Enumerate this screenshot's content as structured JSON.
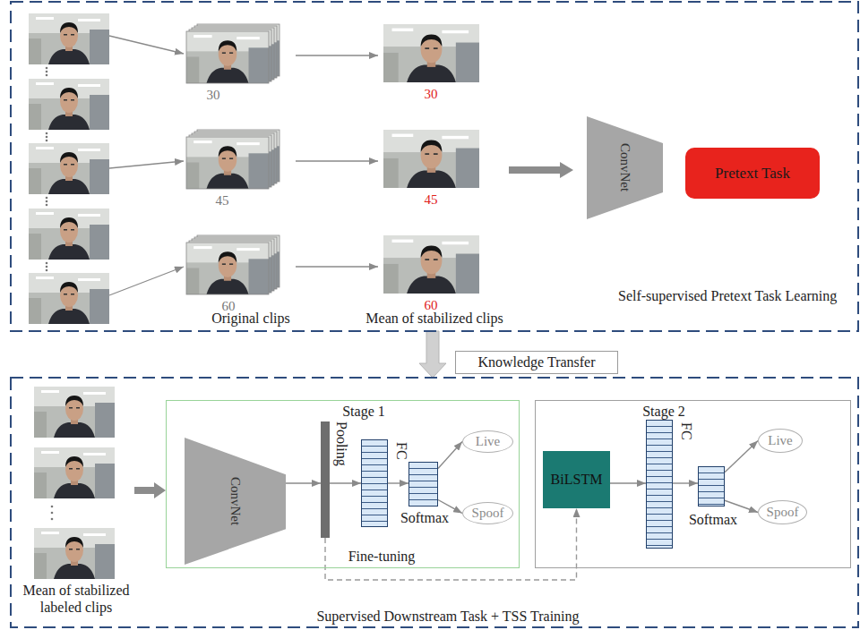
{
  "diagram": {
    "nodes": [
      {
        "text": [
          "Self-supervised Pretext Task Learning"
        ]
      },
      {
        "text": [
          "ConvNet"
        ],
        "in": 0
      },
      {
        "text": [
          "Pretext Task"
        ],
        "in": 0
      },
      {
        "text": [
          "Knowledge Transfer"
        ]
      },
      {
        "text": [
          "Supervised Downstream Task + TSS Training"
        ]
      },
      {
        "text": [
          "Stage 1",
          "Fine-tuning"
        ],
        "in": 4
      },
      {
        "text": [
          "ConvNet"
        ],
        "in": 5
      },
      {
        "text": [
          "Pooling"
        ],
        "in": 5
      },
      {
        "text": [
          "FC"
        ],
        "in": 5
      },
      {
        "text": [
          "Softmax"
        ],
        "in": 5
      },
      {
        "text": [
          "Live"
        ],
        "in": 5
      },
      {
        "text": [
          "Spoof"
        ],
        "in": 5
      },
      {
        "text": [
          "Stage 2"
        ],
        "in": 4
      },
      {
        "text": [
          "BiLSTM"
        ],
        "in": 12
      },
      {
        "text": [
          "FC"
        ],
        "in": 12
      },
      {
        "text": [
          "Softmax"
        ],
        "in": 12
      },
      {
        "text": [
          "Live"
        ],
        "in": 12
      },
      {
        "text": [
          "Spoof"
        ],
        "in": 12
      }
    ],
    "edges": [
      {
        "from": 0,
        "to": 4,
        "arrow": "to"
      },
      {
        "from": 6,
        "to": 7,
        "arrow": "to"
      },
      {
        "from": 7,
        "to": 8,
        "arrow": "to"
      },
      {
        "from": 8,
        "to": 9,
        "arrow": "to"
      },
      {
        "from": 9,
        "to": 10,
        "arrow": "to"
      },
      {
        "from": 9,
        "to": 11,
        "arrow": "to"
      },
      {
        "from": 7,
        "to": 13,
        "arrow": "to"
      },
      {
        "from": 13,
        "to": 14,
        "arrow": "to"
      },
      {
        "from": 14,
        "to": 15,
        "arrow": "to"
      },
      {
        "from": 15,
        "to": 16,
        "arrow": "to"
      },
      {
        "from": 15,
        "to": 17,
        "arrow": "to"
      }
    ],
    "labels": [
      "30",
      "45",
      "60",
      "30",
      "45",
      "60",
      "Original clips",
      "Mean of stabilized clips",
      "Mean of stabilized labeled clips"
    ]
  }
}
